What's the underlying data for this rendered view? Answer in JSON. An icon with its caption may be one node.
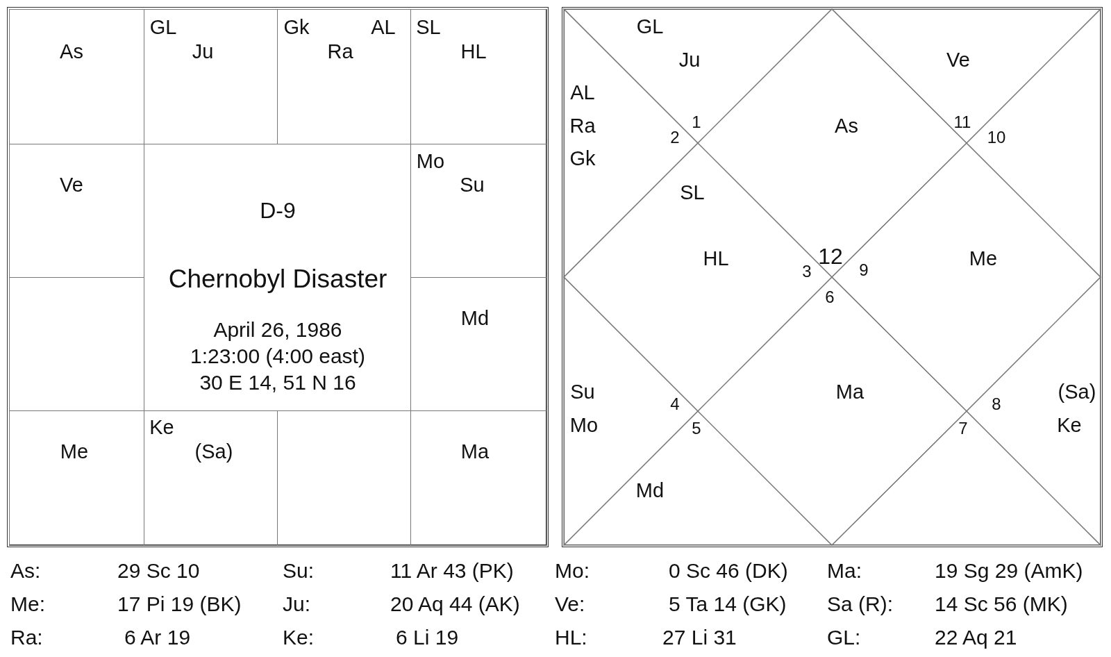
{
  "diagram": {
    "nodes": [
      {
        "text": [
          "As"
        ]
      },
      {
        "text": [
          "GL",
          "Ju"
        ]
      },
      {
        "text": [
          "Gk",
          "AL",
          "Ra"
        ]
      },
      {
        "text": [
          "SL",
          "HL"
        ]
      },
      {
        "text": [
          "Ve"
        ]
      },
      {
        "text": [
          "D-9",
          "Chernobyl Disaster",
          "April 26, 1986",
          "1:23:00 (4:00 east)",
          "30 E 14, 51 N 16"
        ]
      },
      {
        "text": [
          "Mo",
          "Su"
        ]
      },
      {
        "text": [],
        "shape": "box"
      },
      {
        "text": [
          "Md"
        ]
      },
      {
        "text": [
          "Me"
        ]
      },
      {
        "text": [
          "Ke",
          "(Sa)"
        ]
      },
      {
        "text": [],
        "shape": "box"
      },
      {
        "text": [
          "Ma"
        ]
      },
      {
        "text": [
          "As"
        ]
      },
      {
        "text": [
          "GL",
          "Ju"
        ]
      },
      {
        "text": [
          "AL",
          "Ra",
          "Gk"
        ]
      },
      {
        "text": [
          "SL",
          "HL"
        ]
      },
      {
        "text": [
          "Su",
          "Mo"
        ]
      },
      {
        "text": [
          "Md"
        ]
      },
      {
        "text": [
          "Ma"
        ]
      },
      {
        "text": [],
        "shape": "triangle"
      },
      {
        "text": [
          "(Sa)",
          "Ke"
        ]
      },
      {
        "text": [
          "Me"
        ]
      },
      {
        "text": [],
        "shape": "triangle"
      },
      {
        "text": [
          "Ve"
        ]
      }
    ],
    "labels": [
      "1",
      "11",
      "2",
      "10",
      "12",
      "3",
      "9",
      "6",
      "4",
      "8",
      "5",
      "7",
      "As:",
      "29 Sc 10",
      "Su:",
      "11 Ar 43 (PK)",
      "Mo:",
      "0 Sc 46 (DK)",
      "Ma:",
      "19 Sg 29 (AmK)",
      "Me:",
      "17 Pi 19 (BK)",
      "Ju:",
      "20 Aq 44 (AK)",
      "Ve:",
      "5 Ta 14 (GK)",
      "Sa (R):",
      "14 Sc 56 (MK)",
      "Ra:",
      "6 Ar 19",
      "Ke:",
      "6 Li 19",
      "HL:",
      "27 Li 31",
      "GL:",
      "22 Aq 21"
    ]
  }
}
